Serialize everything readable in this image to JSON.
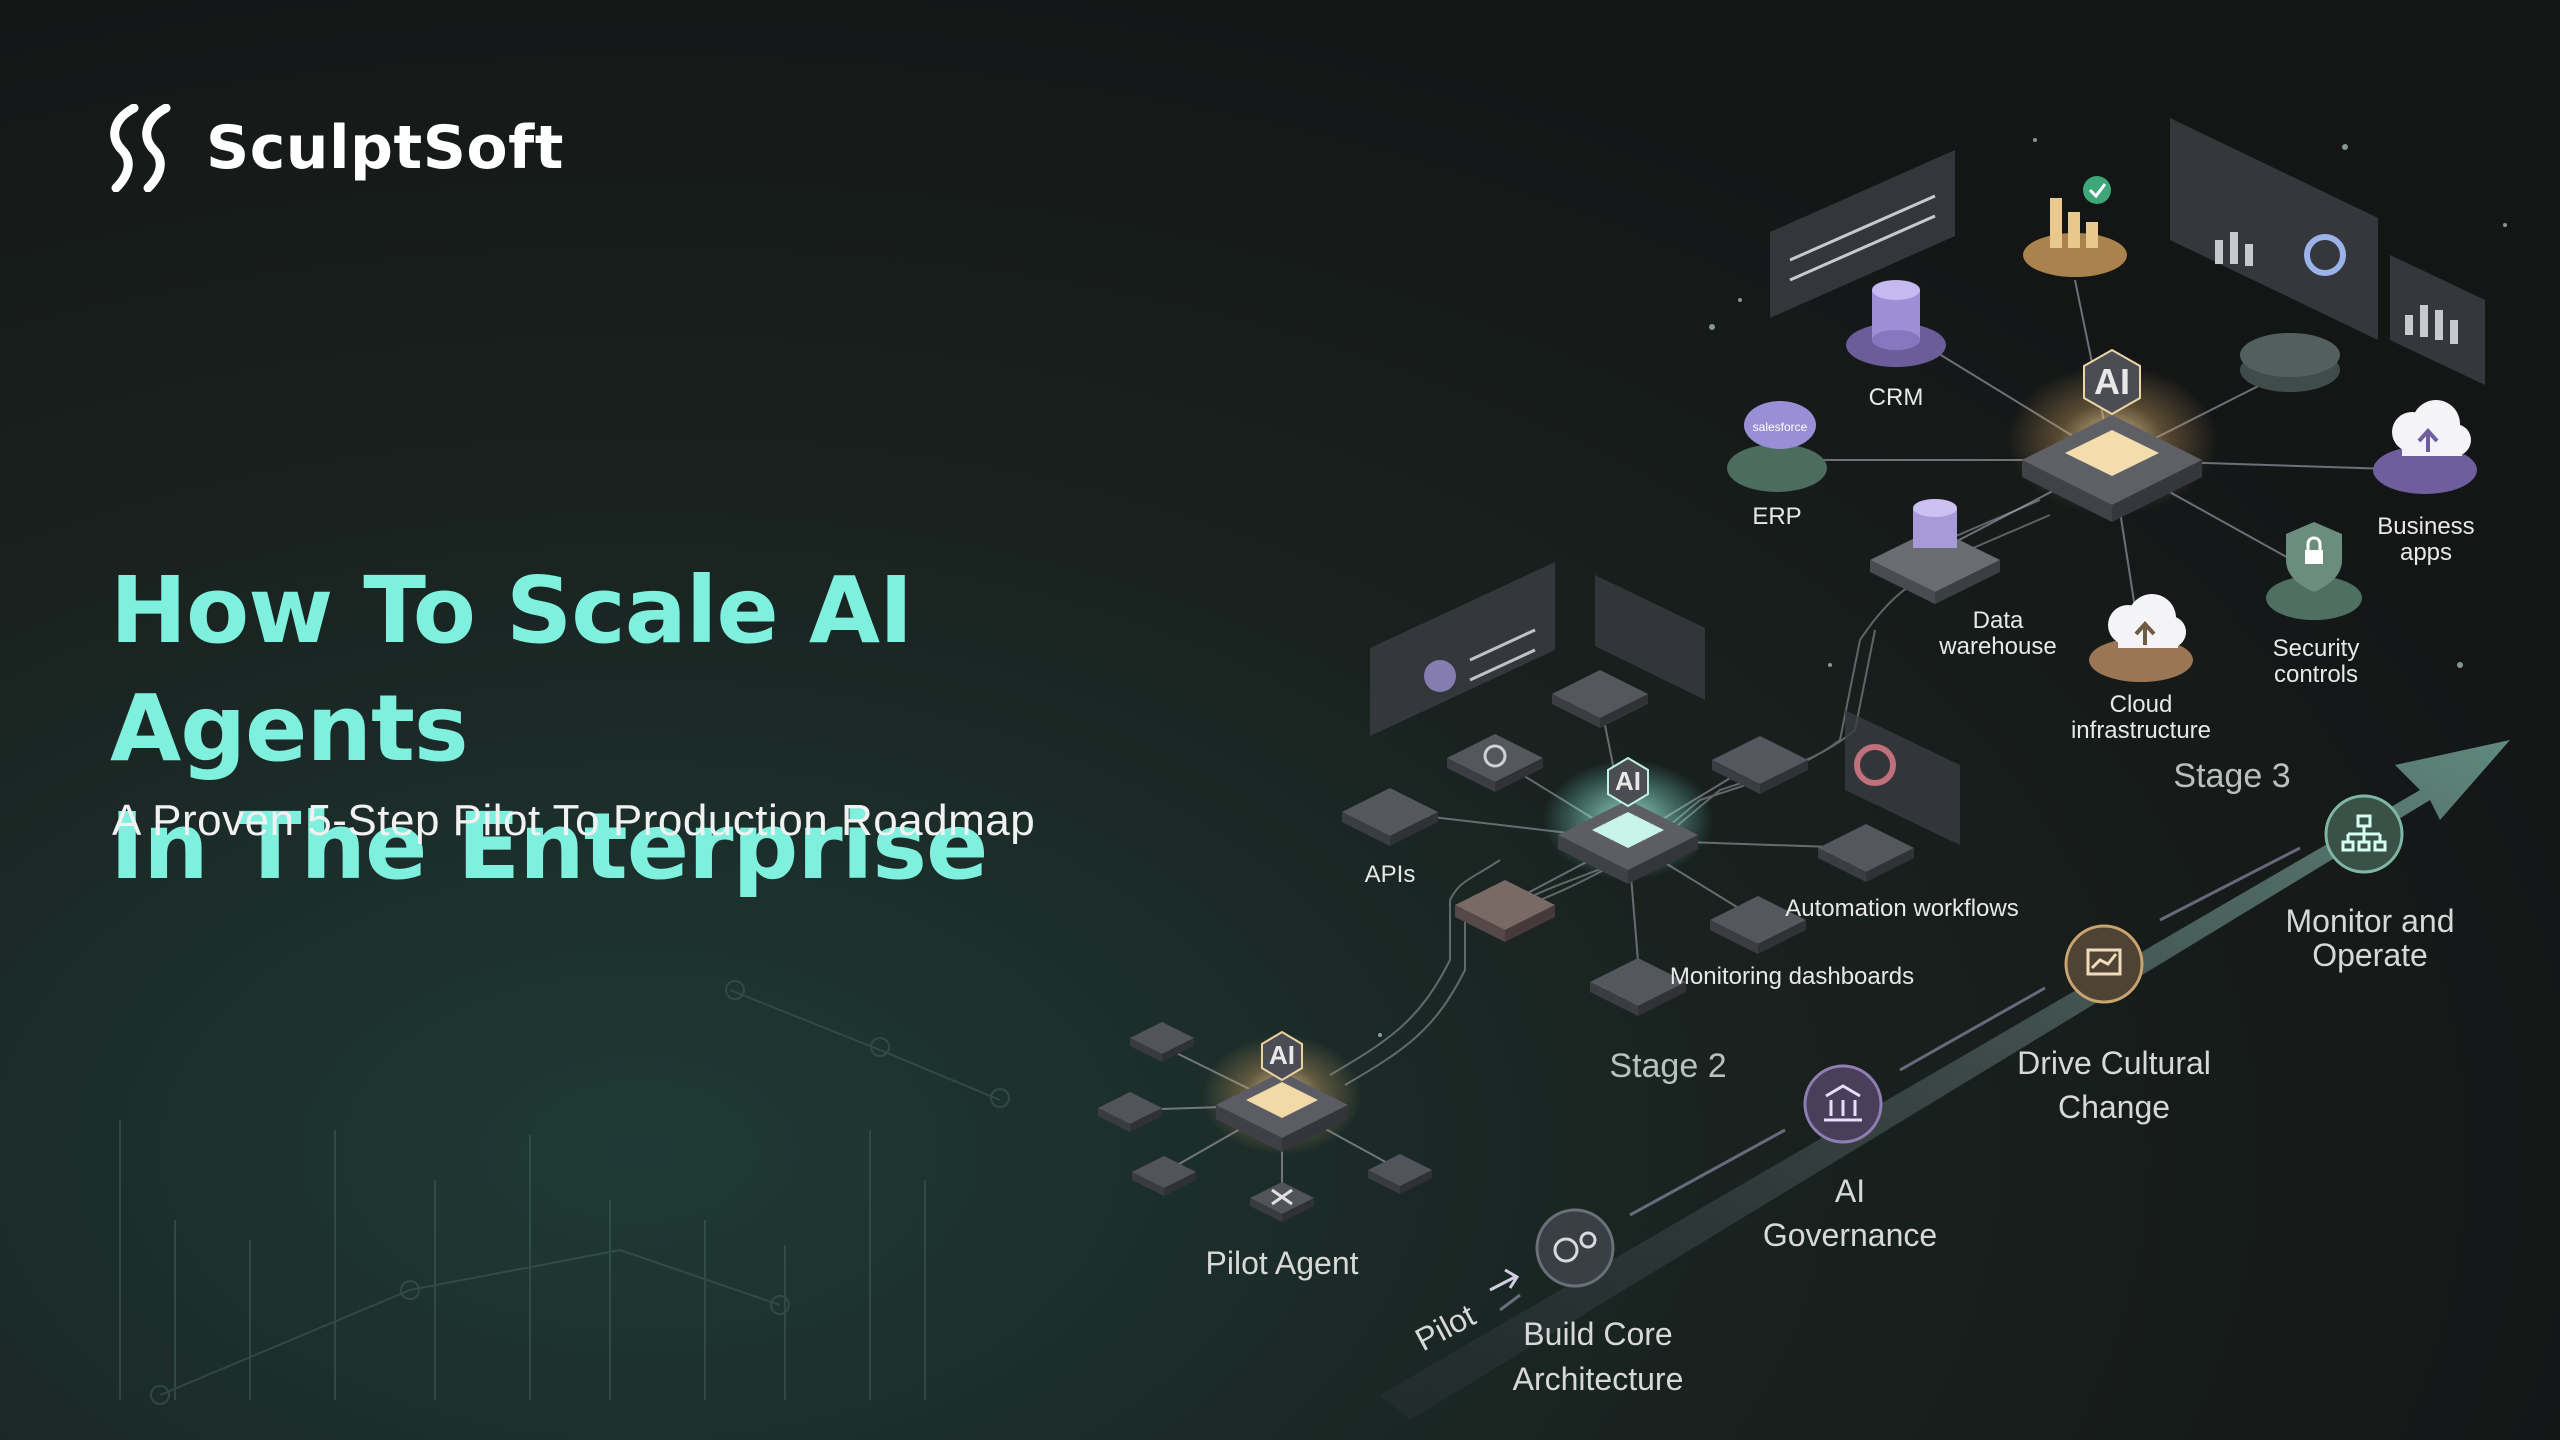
{
  "brand": {
    "name": "SculptSoft",
    "logo_icon": "s-mark-icon"
  },
  "headline": {
    "line1": "How To Scale AI Agents",
    "line2": "In The Enterprise"
  },
  "subtitle": "A Proven 5-Step Pilot To Production Roadmap",
  "colors": {
    "accent": "#7ef0dd",
    "background": "#171a1a",
    "gold": "#e7c48e",
    "purple": "#9b8fc9"
  },
  "diagram": {
    "hub_label": "AI",
    "pilot": {
      "label": "Pilot Agent"
    },
    "stage2": {
      "label": "Stage 2",
      "nodes": [
        "APIs",
        "Automation workflows",
        "Monitoring dashboards"
      ]
    },
    "stage3": {
      "label": "Stage 3",
      "nodes": {
        "crm": "CRM",
        "erp": "ERP",
        "erp_badge": "salesforce",
        "data_warehouse": [
          "Data",
          "warehouse"
        ],
        "cloud": [
          "Cloud",
          "infrastructure"
        ],
        "security": [
          "Security",
          "controls"
        ],
        "business_apps": [
          "Business",
          "apps"
        ]
      }
    }
  },
  "roadmap": {
    "start_label": "Pilot",
    "steps": [
      {
        "line1": "Build Core",
        "line2": "Architecture",
        "icon": "gears-icon"
      },
      {
        "line1": "AI",
        "line2": "Governance",
        "icon": "bank-icon"
      },
      {
        "line1": "Drive Cultural",
        "line2": "Change",
        "icon": "trend-board-icon"
      },
      {
        "line1": "Monitor and",
        "line2": "Operate",
        "icon": "hierarchy-icon"
      }
    ]
  }
}
